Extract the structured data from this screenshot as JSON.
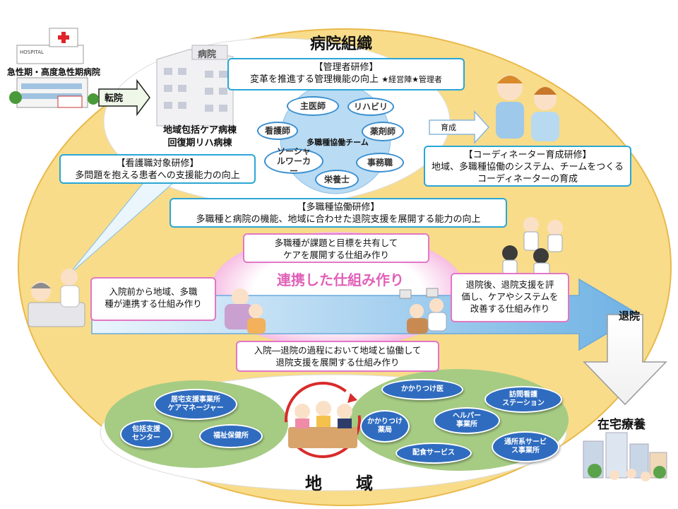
{
  "title_hospital": "病院組織",
  "title_community": "地　　域",
  "acute_hospital_label": "急性期・高度急性期病院",
  "hospital_sign": "HOSPITAL",
  "transfer_label": "転院",
  "building_sign": "病院",
  "ward_label_1": "地域包括ケア病棟",
  "ward_label_2": "回復期リハ病棟",
  "manager_training": {
    "title": "【管理者研修】",
    "body": "変革を推進する管理機能の向上",
    "note": "★経営陣★管理者"
  },
  "nurse_training": {
    "title": "【看護職対象研修】",
    "body": "多問題を抱える患者への支援能力の向上"
  },
  "coordinator_training": {
    "title": "【コーディネーター育成研修】",
    "line1": "地域、多職種協働のシステム、チームをつくる",
    "line2": "コーディネーターの育成"
  },
  "multi_training": {
    "title": "【多職種協働研修】",
    "body": "多職種と病院の機能、地域に合わせた退院支援を展開する能力の向上"
  },
  "team": {
    "label": "多職種協働チーム",
    "members": [
      "主医師",
      "リハビリ",
      "看護師",
      "薬剤師",
      "ソーシャルワーカー",
      "事務職",
      "栄養士"
    ]
  },
  "nurture_label": "育成",
  "shared_goal": {
    "line1": "多職種が課題と目標を共有して",
    "line2": "ケアを展開する仕組み作り"
  },
  "collab_title": "連携した仕組み作り",
  "pre_admission": {
    "line1": "入院前から地域、多職",
    "line2": "種が連携する仕組み作り"
  },
  "post_discharge": {
    "line1": "退院後、退院支援を評",
    "line2": "価し、ケアやシステムを",
    "line3": "改善する仕組み作り"
  },
  "process_box": {
    "line1": "入院―退院の過程において地域と協働して",
    "line2": "退院支援を展開する仕組み作り"
  },
  "discharge_label": "退院",
  "home_care_label": "在宅療養",
  "community_left": [
    {
      "line1": "居宅支援事業所",
      "line2": "ケアマネージャー"
    },
    {
      "line1": "包括支援",
      "line2": "センター"
    },
    {
      "line1": "福祉保健所",
      "line2": ""
    }
  ],
  "community_right": [
    {
      "line1": "かかりつけ医",
      "line2": ""
    },
    {
      "line1": "訪問看護",
      "line2": "ステーション"
    },
    {
      "line1": "かかりつけ",
      "line2": "薬局"
    },
    {
      "line1": "ヘルパー",
      "line2": "事業所"
    },
    {
      "line1": "配食サービス",
      "line2": ""
    },
    {
      "line1": "通所系サービ",
      "line2": "ス事業所"
    }
  ],
  "colors": {
    "outer_ellipse": "#f8dc8a",
    "outer_stroke": "#e9b94c",
    "arrow": "#8fc6ec",
    "community": "#a6cc84",
    "pill_blue": "#2f6cc0",
    "pink": "#f2a7d8"
  }
}
